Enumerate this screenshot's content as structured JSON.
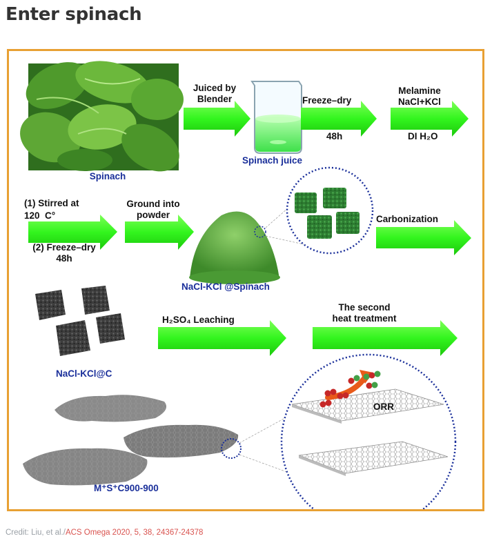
{
  "page": {
    "title": "Enter spinach"
  },
  "figure": {
    "labels": {
      "juiced": "Juiced by\nBlender",
      "freeze_dry_1": "Freeze–dry",
      "h48_1": "48h",
      "melamine": "Melamine\nNaCl+KCl",
      "di_water": "DI H₂O",
      "spinach": "Spinach",
      "spinach_juice": "Spinach juice",
      "stirred": "(1) Stirred at\n120  C°",
      "freeze_dry_2": "(2) Freeze–dry\n48h",
      "ground": "Ground into\npowder",
      "carbonization": "Carbonization",
      "nacl_kcl_spinach": "NaCl-KCl @Spinach",
      "h2so4": "H₂SO₄ Leaching",
      "second_heat": "The second\nheat treatment",
      "nacl_kcl_c": "NaCl-KCl@C",
      "orr": "ORR",
      "product": "M⁺S⁺C900-900"
    }
  },
  "credit": {
    "prefix": "Credit: Liu, et al./",
    "link_text": "ACS Omega 2020, 5, 38, 24367-24378"
  }
}
